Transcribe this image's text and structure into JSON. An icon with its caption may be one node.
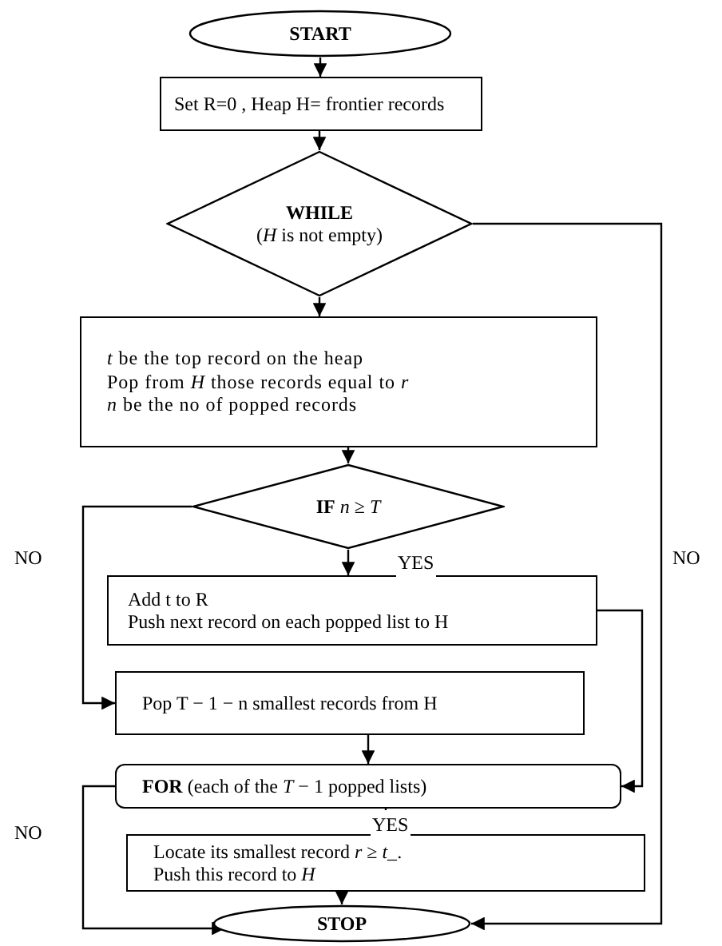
{
  "diagram": {
    "nodes": [
      {
        "text": [
          "START"
        ]
      },
      {
        "text": [
          "Set R=0 , Heap H= frontier records"
        ]
      },
      {
        "text": [
          "WHILE",
          "(*H* is not empty)"
        ]
      },
      {
        "text": [
          "*t* be the top record on the heap",
          "Pop from *H* those records equal to *r*",
          "*n* be the no of popped records"
        ]
      },
      {
        "text": [
          "**IF** *n* ≥ *T*"
        ]
      },
      {
        "text": [
          "Add t to R",
          "Push next record on each popped list to H"
        ]
      },
      {
        "text": [
          "Pop T − 1 − n smallest records from H"
        ]
      },
      {
        "text": [
          "**FOR** (each of the *T* − 1 popped lists)"
        ]
      },
      {
        "text": [
          "Locate its smallest record *r* ≥ *t_*.",
          "Push this record to *H*"
        ]
      },
      {
        "text": [
          "STOP"
        ]
      }
    ],
    "edges": [
      {
        "from": 0,
        "to": 1,
        "arrow": "to"
      },
      {
        "from": 1,
        "to": 2,
        "arrow": "to"
      },
      {
        "from": 2,
        "to": 3,
        "arrow": "to"
      },
      {
        "from": 3,
        "to": 4,
        "arrow": "to"
      },
      {
        "from": 4,
        "to": 5,
        "arrow": "to",
        "label": "YES"
      },
      {
        "from": 4,
        "to": 6,
        "arrow": "to",
        "label": "NO"
      },
      {
        "from": 5,
        "to": 7,
        "arrow": "to"
      },
      {
        "from": 6,
        "to": 7,
        "arrow": "to"
      },
      {
        "from": 7,
        "to": 8,
        "arrow": "to",
        "label": "YES"
      },
      {
        "from": 7,
        "to": 9,
        "arrow": "to",
        "label": "NO"
      },
      {
        "from": 8,
        "to": 9,
        "arrow": "to"
      },
      {
        "from": 2,
        "to": 9,
        "arrow": "to",
        "label": "NO"
      }
    ]
  }
}
